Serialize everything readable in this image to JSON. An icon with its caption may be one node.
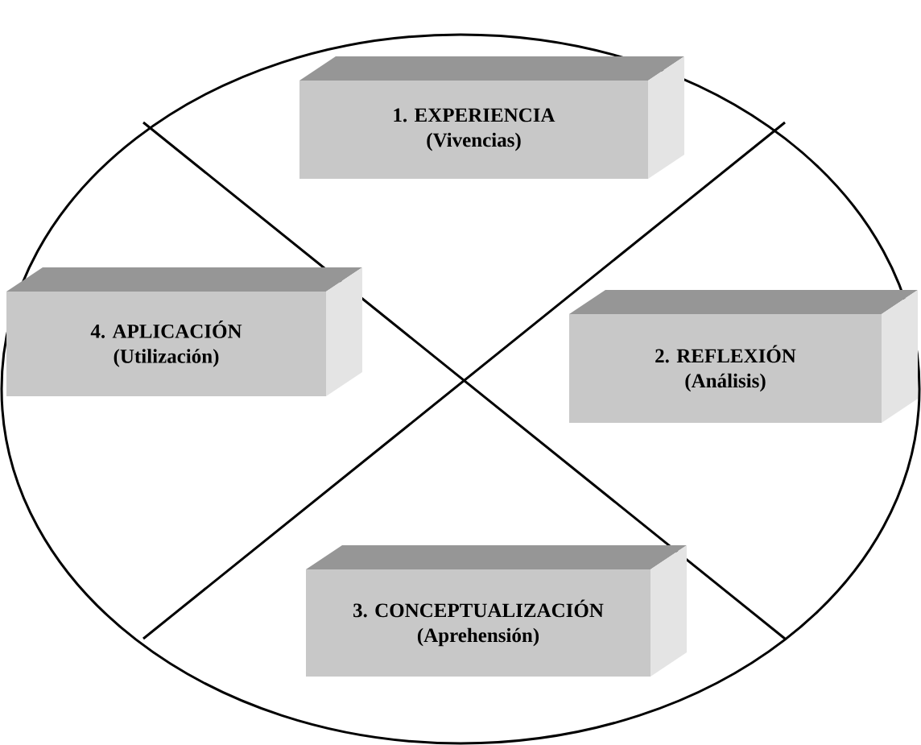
{
  "diagram": {
    "nodes": [
      {
        "text": [],
        "shape": "circle"
      },
      {
        "text": [
          "1. EXPERIENCIA",
          "(Vivencias)"
        ],
        "in": 0
      },
      {
        "text": [
          "2. REFLEXIÓN",
          "(Análisis)"
        ],
        "in": 0
      },
      {
        "text": [
          "3. CONCEPTUALIZACIÓN",
          "(Aprehensión)"
        ],
        "in": 0
      },
      {
        "text": [
          "4. APLICACIÓN",
          "(Utilización)"
        ],
        "in": 0
      }
    ]
  }
}
